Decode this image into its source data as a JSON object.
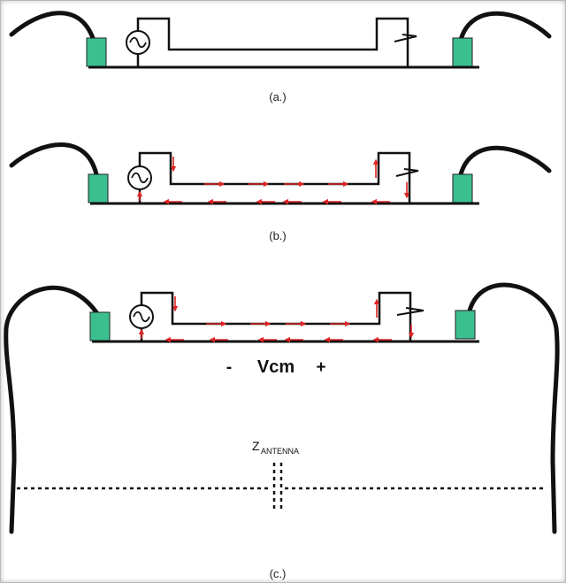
{
  "panels": [
    {
      "caption": "(a.)"
    },
    {
      "caption": "(b.)"
    },
    {
      "caption": "(c.)",
      "minus": "-",
      "vcm": "Vcm",
      "plus": "+",
      "z_main": "Z",
      "z_sub": "ANTENNA"
    }
  ],
  "colors": {
    "wire": "#111111",
    "connector": "#3bbf8f",
    "current_arrow": "#e02424"
  },
  "icons": {
    "source": "ac-source-icon",
    "pcb_connector": "connector-block",
    "current_direction": "current-arrow"
  }
}
